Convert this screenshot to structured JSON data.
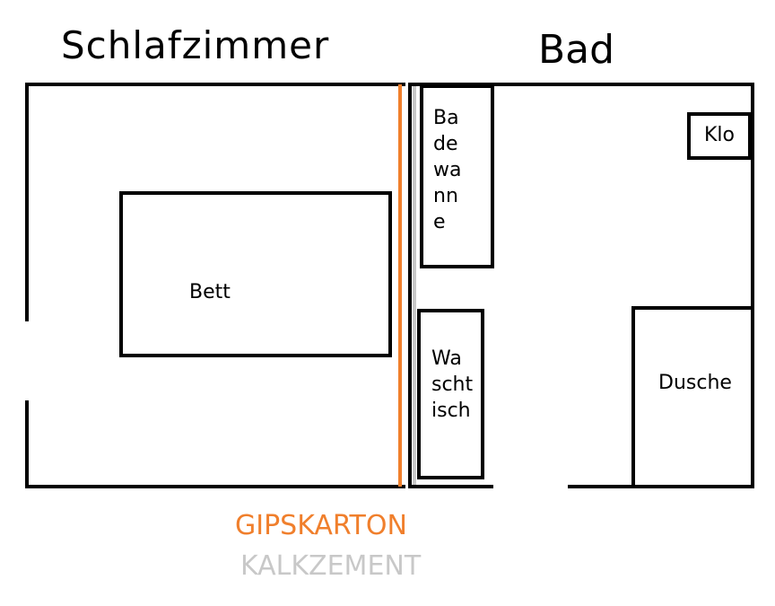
{
  "rooms": {
    "bedroom_title": "Schlafzimmer",
    "bath_title": "Bad"
  },
  "furniture": {
    "bed": "Bett",
    "bathtub": [
      "Ba",
      "de",
      "wa",
      "nn",
      "e"
    ],
    "washbasin": [
      "Wa",
      "scht",
      "isch"
    ],
    "toilet": "Klo",
    "shower": "Dusche"
  },
  "legend": {
    "drywall": "GIPSKARTON",
    "lime_cement": "KALKZEMENT"
  },
  "colors": {
    "drywall": "#f07f2c",
    "lime_cement": "#c8c8c8",
    "wall": "#000000"
  }
}
